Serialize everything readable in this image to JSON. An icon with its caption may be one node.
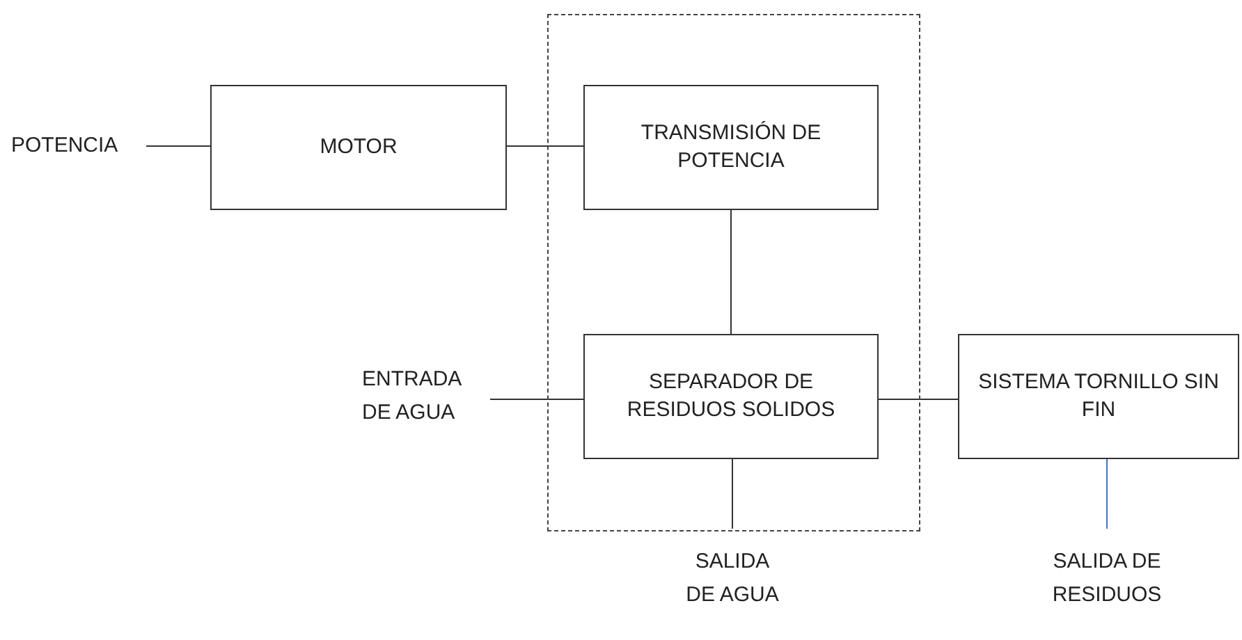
{
  "diagram": {
    "nodes": [
      {
        "text": [],
        "shape": "box"
      },
      {
        "text": [
          "POTENCIA"
        ]
      },
      {
        "text": [
          "MOTOR"
        ]
      },
      {
        "text": [
          "TRANSMISIÓN DE POTENCIA"
        ],
        "in": 0
      },
      {
        "text": [
          "ENTRADA DE AGUA"
        ]
      },
      {
        "text": [
          "SEPARADOR DE RESIDUOS SOLIDOS"
        ],
        "in": 0
      },
      {
        "text": [
          "SISTEMA TORNILLO SIN FIN"
        ]
      },
      {
        "text": [
          "SALIDA DE AGUA"
        ]
      },
      {
        "text": [
          "SALIDA DE RESIDUOS"
        ]
      }
    ],
    "edges": [
      {
        "from": 1,
        "to": 2,
        "arrow": "none"
      },
      {
        "from": 2,
        "to": 3,
        "arrow": "none"
      },
      {
        "from": 3,
        "to": 5,
        "arrow": "none"
      },
      {
        "from": 4,
        "to": 5,
        "arrow": "none"
      },
      {
        "from": 5,
        "to": 6,
        "arrow": "none"
      },
      {
        "from": 5,
        "to": 7,
        "arrow": "none"
      },
      {
        "from": 6,
        "to": 8,
        "arrow": "none",
        "color": "#4472c4"
      }
    ]
  }
}
